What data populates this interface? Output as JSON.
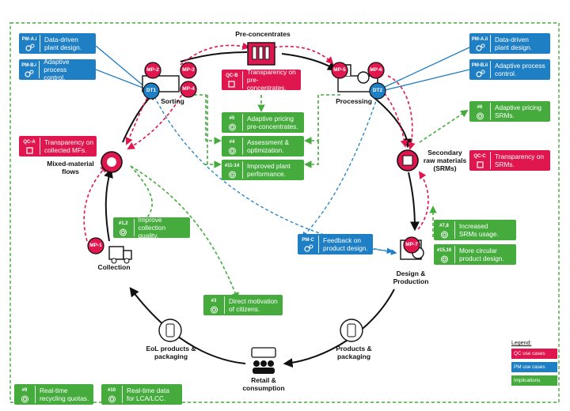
{
  "nodes": {
    "pre_concentrates": "Pre-concentrates",
    "sorting": "Sorting",
    "processing": "Processing",
    "mixed_material_flows": "Mixed-material\nflows",
    "secondary_raw_materials": "Secondary\nraw materials\n(SRMs)",
    "collection": "Collection",
    "design_production": "Design &\nProduction",
    "eol_products": "EoL products &\npackaging",
    "products_packaging": "Products &\npackaging",
    "retail_consumption": "Retail &\nconsumption"
  },
  "badges": {
    "mp1": "MP-1",
    "mp2": "MP-2",
    "mp3": "MP-3",
    "mp4": "MP-4",
    "mp5": "MP-5",
    "mp6": "MP-6",
    "mp7": "MP-7",
    "dt1": "DT1",
    "dt2": "DT2"
  },
  "cards": {
    "pm_a_i": {
      "code": "PM-A.i",
      "text": "Data-driven\nplant design."
    },
    "pm_b_i": {
      "code": "PM-B.i",
      "text": "Adaptive process\ncontrol."
    },
    "pm_a_ii": {
      "code": "PM-A.ii",
      "text": "Data-driven\nplant design."
    },
    "pm_b_ii": {
      "code": "PM-B.ii",
      "text": "Adaptive process\ncontrol."
    },
    "qc_b": {
      "code": "QC-B",
      "text": "Transparency on\npre-concentrates."
    },
    "qc_a": {
      "code": "QC-A",
      "text": "Transparency on\ncollected MFs."
    },
    "qc_c": {
      "code": "QC-C",
      "text": "Transparency on\nSRMs."
    },
    "pm_c": {
      "code": "PM-C",
      "text": "Feedback on\nproduct design."
    },
    "im_5": {
      "code": "#5",
      "text": "Adaptive pricing\npre-concentrates."
    },
    "im_4": {
      "code": "#4",
      "text": "Assessment &\noptimization."
    },
    "im_11_14": {
      "code": "#11-14",
      "text": "Improved plant\nperformance."
    },
    "im_6": {
      "code": "#6",
      "text": "Adaptive pricing\nSRMs."
    },
    "im_1_2": {
      "code": "#1,2",
      "text": "Improve\ncollection quality."
    },
    "im_7_8": {
      "code": "#7,8",
      "text": "Increased\nSRMs usage."
    },
    "im_15_16": {
      "code": "#15,16",
      "text": "More circular\nproduct design."
    },
    "im_3": {
      "code": "#3",
      "text": "Direct motivation\nof citizens."
    },
    "im_9": {
      "code": "#9",
      "text": "Real-time\nrecycling quotas."
    },
    "im_10": {
      "code": "#10",
      "text": "Real-time data\nfor LCA/LCC."
    }
  },
  "legend": {
    "title": "Legend:",
    "qc": "QC use cases",
    "pm": "PM use cases",
    "im": "Implications"
  },
  "colors": {
    "qc": "#e0174f",
    "pm": "#1f7fc4",
    "implications": "#45ab3d"
  }
}
